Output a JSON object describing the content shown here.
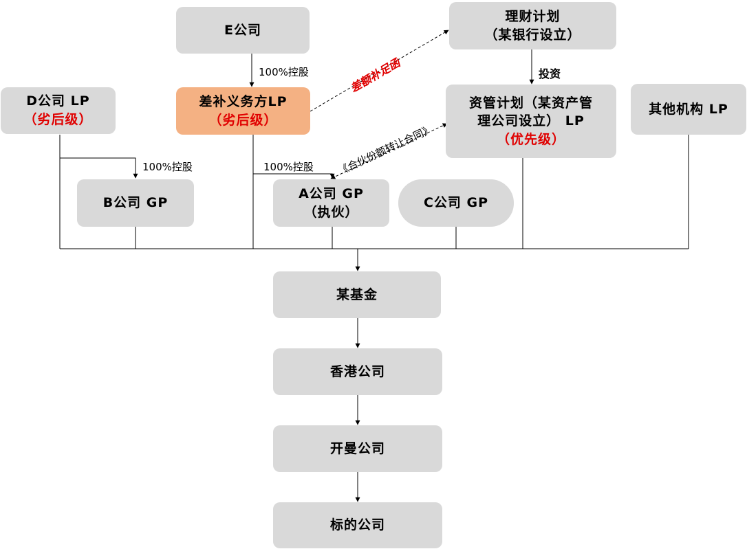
{
  "nodes": {
    "e": {
      "line1": "E公司"
    },
    "wealth": {
      "line1": "理财计划",
      "line2": "（某银行设立）"
    },
    "d": {
      "line1": "D公司 LP",
      "line2": "（劣后级）"
    },
    "guarantor": {
      "line1": "差补义务方LP",
      "line2": "（劣后级）"
    },
    "asset": {
      "line1": "资管计划（某资产管",
      "line2": "理公司设立） LP",
      "line3": "（优先级）"
    },
    "other": {
      "line1": "其他机构 LP"
    },
    "b": {
      "line1": "B公司 GP"
    },
    "a": {
      "line1": "A公司 GP",
      "line2": "（执伙）"
    },
    "c": {
      "line1": "C公司 GP"
    },
    "fund": {
      "line1": "某基金"
    },
    "hk": {
      "line1": "香港公司"
    },
    "cayman": {
      "line1": "开曼公司"
    },
    "target": {
      "line1": "标的公司"
    }
  },
  "labels": {
    "e_hold": "100%控股",
    "d_hold": "100%控股",
    "g_hold": "100%控股",
    "invest": "投资",
    "topup_letter": "差额补足函",
    "transfer_contract": "《合伙份额转让合同》"
  },
  "colors": {
    "node_fill": "#d9d9d9",
    "highlight_fill": "#f4b183",
    "accent_red": "#e00000"
  }
}
